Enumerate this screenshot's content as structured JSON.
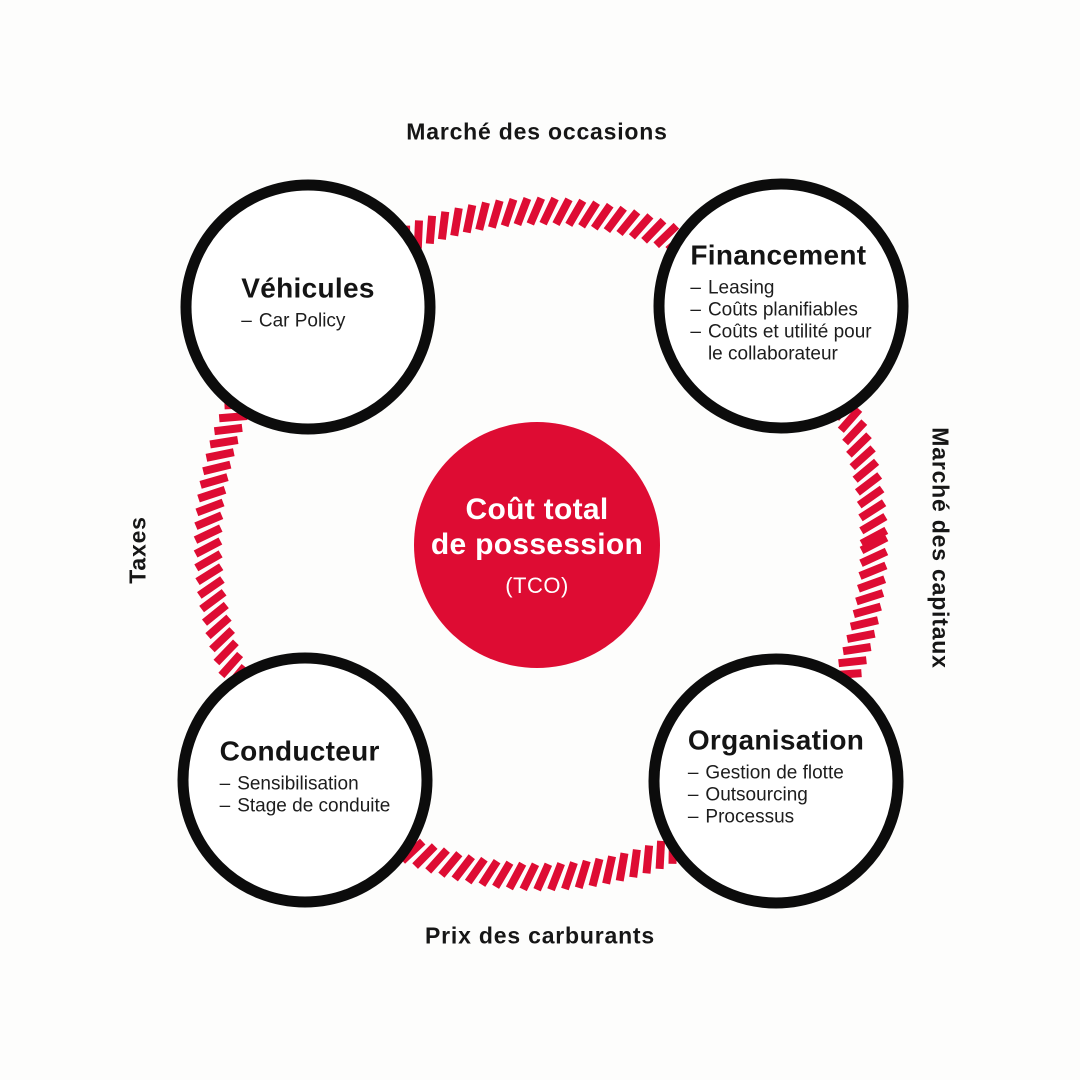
{
  "diagram_title": "Coût total de possession (TCO)",
  "colors": {
    "background": "#fdfdfc",
    "red": "#de0c33",
    "circle_stroke": "#0c0c0c",
    "circle_fill": "#ffffff",
    "text": "#1a1a1a"
  },
  "center": {
    "title_line1": "Coût total",
    "title_line2": "de possession",
    "subtitle": "(TCO)"
  },
  "bullet_dash": "–",
  "nodes": [
    {
      "id": "vehicules",
      "title": "Véhicules",
      "bullets": [
        "Car Policy"
      ]
    },
    {
      "id": "financement",
      "title": "Financement",
      "bullets": [
        "Leasing",
        "Coûts planifiables",
        "Coûts et utilité pour\nle collaborateur"
      ]
    },
    {
      "id": "conducteur",
      "title": "Conducteur",
      "bullets": [
        "Sensibilisation",
        "Stage de conduite"
      ]
    },
    {
      "id": "organisation",
      "title": "Organisation",
      "bullets": [
        "Gestion de flotte",
        "Outsourcing",
        "Processus"
      ]
    }
  ],
  "outer_labels": {
    "top": "Marché des occasions",
    "right": "Marché des capitaux",
    "bottom": "Prix des carburants",
    "left": "Taxes"
  }
}
